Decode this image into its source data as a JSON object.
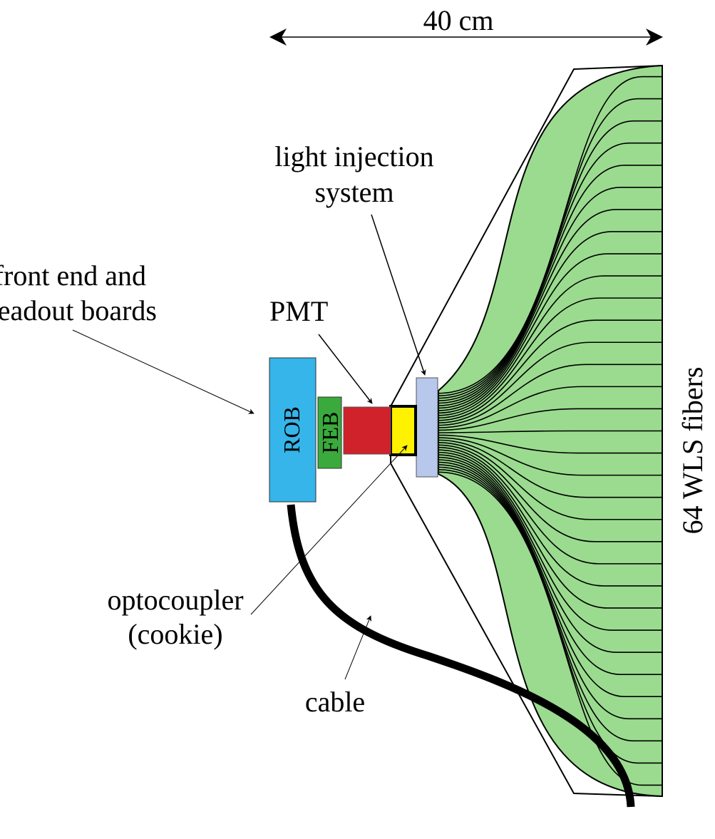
{
  "dimension": {
    "label": "40 cm"
  },
  "labels": {
    "light_injection_line1": "light injection",
    "light_injection_line2": "system",
    "front_end_line1": "front end and",
    "front_end_line2": "readout boards",
    "pmt": "PMT",
    "optocoupler_line1": "optocoupler",
    "optocoupler_line2": "(cookie)",
    "cable": "cable",
    "fibers": "64 WLS fibers"
  },
  "components": {
    "rob": {
      "label": "ROB",
      "color": "#35b5e9"
    },
    "feb": {
      "label": "FEB",
      "color": "#3aaa3c"
    },
    "pmt": {
      "color": "#d0222a"
    },
    "cookie": {
      "color": "#fff200"
    },
    "light_injection": {
      "color": "#b8c7ec"
    },
    "fibers": {
      "color": "#9bdb8f",
      "count": 64
    }
  }
}
